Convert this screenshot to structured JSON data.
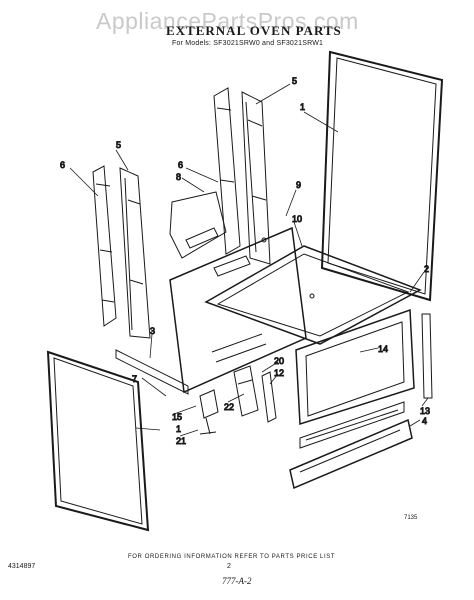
{
  "watermark": "AppliancePartsPros.com",
  "title": "EXTERNAL OVEN PARTS",
  "subtitle": "For Models: SF3021SRW0 and SF3021SRW1",
  "footer": "FOR ORDERING INFORMATION REFER TO PARTS PRICE LIST",
  "document_number": "4314897",
  "page_number": "2",
  "handwritten_note": "777-A-2",
  "figure_number": "7135",
  "callouts": {
    "c1_top": "1",
    "c5_top": "5",
    "c6_left": "6",
    "c5_left": "5",
    "c6_mid": "6",
    "c8": "8",
    "c9": "9",
    "c10": "10",
    "c2": "2",
    "c3": "3",
    "c14": "14",
    "c20": "20",
    "c12": "12",
    "c7": "7",
    "c22": "22",
    "c15": "15",
    "c1_bottom": "1",
    "c21": "21",
    "c13": "13",
    "c4": "4"
  },
  "colors": {
    "ink": "#1a1a1a",
    "watermark": "#c9c9c9"
  }
}
